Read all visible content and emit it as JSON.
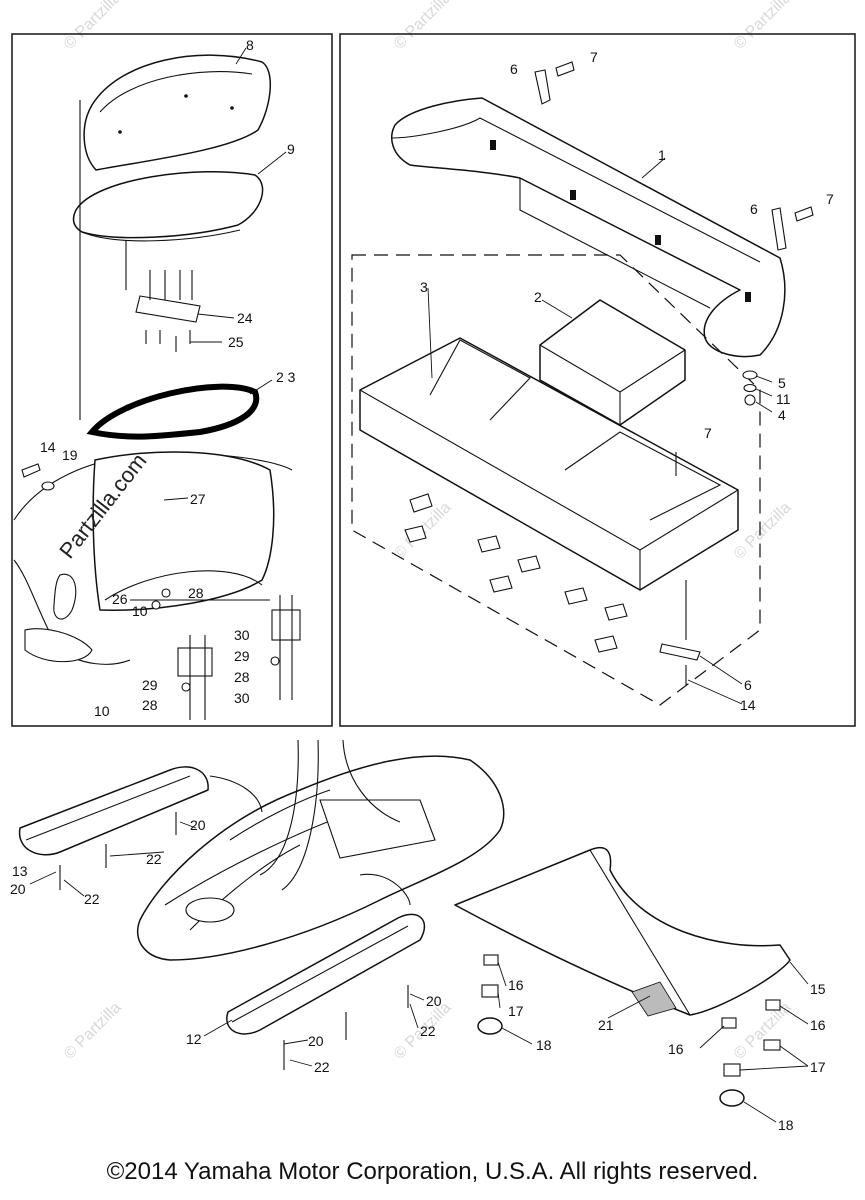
{
  "diagram": {
    "callouts": {
      "c1": "1",
      "c2": "2",
      "c3": "3",
      "c4": "4",
      "c5": "5",
      "c6a": "6",
      "c6b": "6",
      "c6c": "6",
      "c7a": "7",
      "c7b": "7",
      "c7c": "7",
      "c8": "8",
      "c9": "9",
      "c10a": "10",
      "c10b": "10",
      "c11": "11",
      "c12": "12",
      "c13": "13",
      "c14a": "14",
      "c14b": "14",
      "c15": "15",
      "c16a": "16",
      "c16b": "16",
      "c16c": "16",
      "c17a": "17",
      "c17b": "17",
      "c18a": "18",
      "c18b": "18",
      "c19": "19",
      "c20a": "20",
      "c20b": "20",
      "c20c": "20",
      "c20d": "20",
      "c21": "21",
      "c22a": "22",
      "c22b": "22",
      "c22c": "22",
      "c22d": "22",
      "c23": "2 3",
      "c24": "24",
      "c25": "25",
      "c26": "26",
      "c27": "27",
      "c28a": "28",
      "c28b": "28",
      "c28c": "28",
      "c29a": "29",
      "c29b": "29",
      "c30a": "30",
      "c30b": "30"
    },
    "watermark_main": "Partzilla.com",
    "watermark_mark": "© Partzilla"
  },
  "footer": {
    "copyright": "©2014 Yamaha Motor Corporation, U.S.A. All rights reserved."
  }
}
